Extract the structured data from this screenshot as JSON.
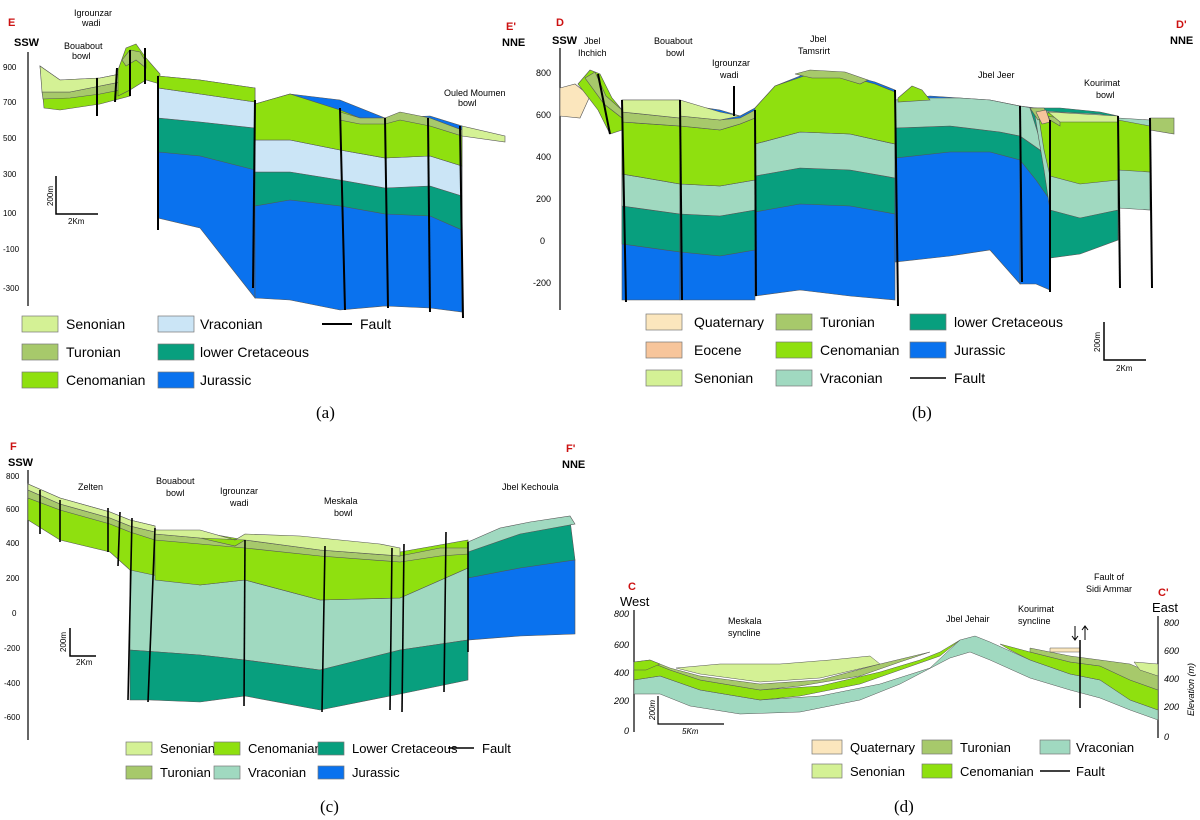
{
  "colors": {
    "quaternary": "#fbe6bd",
    "eocene": "#f7c59b",
    "senonian": "#d4f195",
    "turonian": "#a7c96b",
    "cenomanian": "#8fe00f",
    "vraconian": "#a0d9c0",
    "vraconian_a": "#cbe5f6",
    "lower_cretaceous": "#089f7e",
    "jurassic": "#0a72ee",
    "fault": "#000000",
    "title_red": "#cc1111"
  },
  "panel_a": {
    "caption": "(a)",
    "start_label": "E",
    "end_label": "E'",
    "start_dir": "SSW",
    "end_dir": "NNE",
    "place_labels": [
      "Igrounzar",
      "wadi",
      "Bouabout",
      "bowl",
      "Ouled Moumen",
      "bowl"
    ],
    "y_ticks": [
      "900",
      "700",
      "500",
      "300",
      "100",
      "-100",
      "-300"
    ],
    "scale_vertical": "200m",
    "scale_horizontal": "2Km",
    "legend": [
      "Senonian",
      "Vraconian",
      "Fault",
      "Turonian",
      "lower Cretaceous",
      "Cenomanian",
      "Jurassic"
    ]
  },
  "panel_b": {
    "caption": "(b)",
    "start_label": "D",
    "end_label": "D'",
    "start_dir": "SSW",
    "end_dir": "NNE",
    "place_labels": [
      "Jbel",
      "Ihchich",
      "Bouabout",
      "bowl",
      "Igrounzar",
      "wadi",
      "Jbel",
      "Tamsrirt",
      "Jbel Jeer",
      "Kourimat",
      "bowl"
    ],
    "y_ticks": [
      "800",
      "600",
      "400",
      "200",
      "0",
      "-200"
    ],
    "scale_vertical": "200m",
    "scale_horizontal": "2Km",
    "legend": [
      "Quaternary",
      "Turonian",
      "lower Cretaceous",
      "Eocene",
      "Cenomanian",
      "Jurassic",
      "Senonian",
      "Vraconian",
      "Fault"
    ]
  },
  "panel_c": {
    "caption": "(c)",
    "start_label": "F",
    "end_label": "F'",
    "start_dir": "SSW",
    "end_dir": "NNE",
    "place_labels": [
      "Zelten",
      "Bouabout",
      "bowl",
      "Igrounzar",
      "wadi",
      "Meskala",
      "bowl",
      "Jbel  Kechoula"
    ],
    "y_ticks": [
      "800",
      "600",
      "400",
      "200",
      "0",
      "-200",
      "-400",
      "-600"
    ],
    "scale_vertical": "200m",
    "scale_horizontal": "2Km",
    "legend": [
      "Senonian",
      "Cenomanian",
      "Lower Cretaceous",
      "Fault",
      "Turonian",
      "Vraconian",
      "Jurassic"
    ]
  },
  "panel_d": {
    "caption": "(d)",
    "start_label": "C",
    "end_label": "C'",
    "start_dir": "West",
    "end_dir": "East",
    "place_labels": [
      "Meskala",
      "syncline",
      "Jbel Jehair",
      "Kourimat",
      "syncline",
      "Fault of",
      "Sidi Ammar"
    ],
    "y_ticks_left": [
      "800",
      "600",
      "400",
      "200",
      "0"
    ],
    "y_ticks_right": [
      "800",
      "600",
      "400",
      "200",
      "0"
    ],
    "y_axis_right_label": "Elevation (m)",
    "scale_vertical": "200m",
    "scale_horizontal": "5Km",
    "legend": [
      "Quaternary",
      "Turonian",
      "Vraconian",
      "Senonian",
      "Cenomanian",
      "Fault"
    ]
  }
}
